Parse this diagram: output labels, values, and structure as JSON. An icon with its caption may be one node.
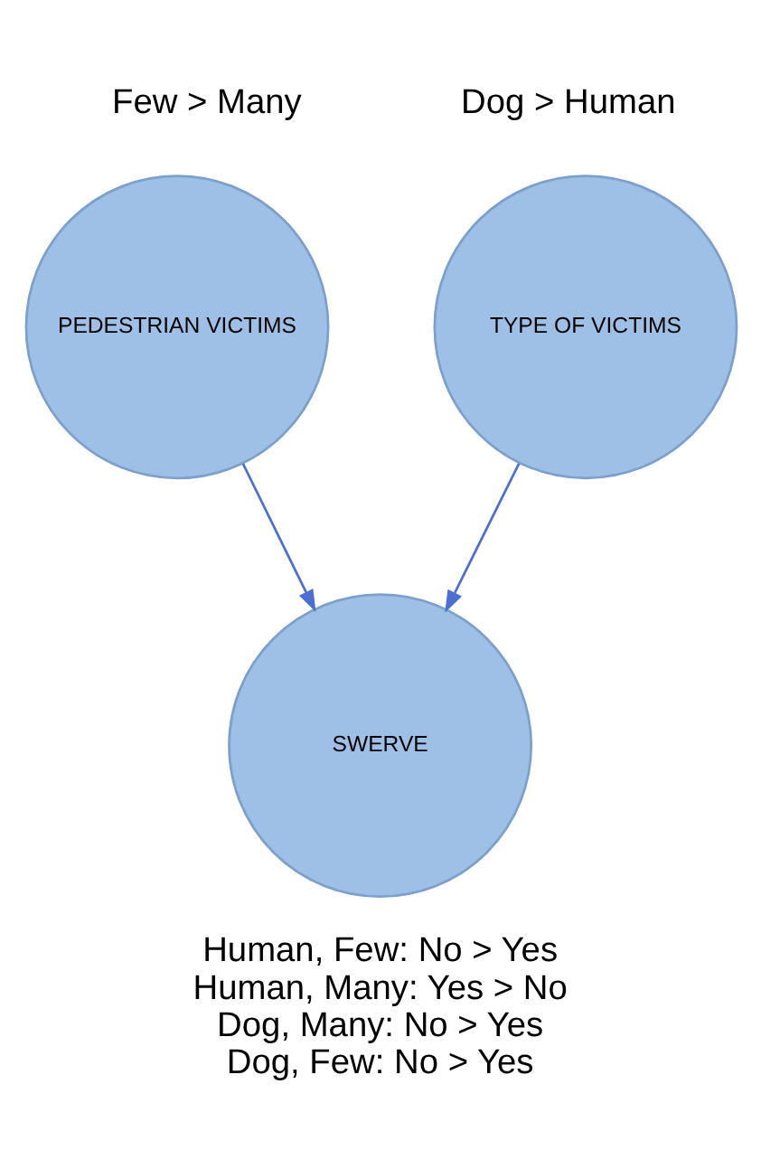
{
  "diagram": {
    "nodes": [
      {
        "text": [
          "PEDESTRIAN VICTIMS"
        ],
        "beside": [
          "Few > Many"
        ]
      },
      {
        "text": [
          "TYPE OF VICTIMS"
        ],
        "beside": [
          "Dog > Human"
        ]
      },
      {
        "text": [
          "SWERVE"
        ],
        "beside": [
          "Human, Few: No > Yes",
          "Human, Many: Yes > No",
          "Dog, Many: No > Yes",
          "Dog, Few: No > Yes"
        ]
      }
    ],
    "edges": [
      {
        "from": 0,
        "to": 2,
        "arrow": "to"
      },
      {
        "from": 1,
        "to": 2,
        "arrow": "to"
      }
    ]
  }
}
